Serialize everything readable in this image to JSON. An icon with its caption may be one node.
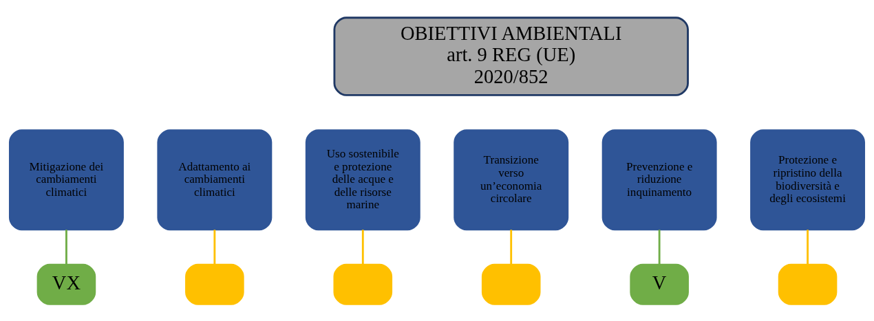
{
  "diagram": {
    "nodes": [
      {
        "text": [
          "OBIETTIVI AMBIENTALI art. 9 REG (UE) 2020/852"
        ]
      },
      {
        "text": [
          "Mitigazione dei cambiamenti climatici"
        ]
      },
      {
        "text": [
          "Adattamento ai cambiamenti climatici"
        ]
      },
      {
        "text": [
          "Uso sostenibile e protezione delle acque e delle risorse marine"
        ]
      },
      {
        "text": [
          "Transizione verso un’economia circolare"
        ]
      },
      {
        "text": [
          "Prevenzione e riduzione inquinamento"
        ]
      },
      {
        "text": [
          "Protezione e ripristino della biodiversità e degli ecosistemi"
        ]
      },
      {
        "text": [
          "VX"
        ]
      },
      {
        "text": [],
        "shape": "box"
      },
      {
        "text": [],
        "shape": "box"
      },
      {
        "text": [],
        "shape": "box"
      },
      {
        "text": [
          "V"
        ]
      },
      {
        "text": [],
        "shape": "box"
      }
    ],
    "edges": [
      {
        "from": 1,
        "to": 7,
        "arrow": "none",
        "color": "#70ad47"
      },
      {
        "from": 2,
        "to": 8,
        "arrow": "none"
      },
      {
        "from": 3,
        "to": 9,
        "arrow": "none"
      },
      {
        "from": 4,
        "to": 10,
        "arrow": "none"
      },
      {
        "from": 5,
        "to": 11,
        "arrow": "none",
        "color": "#70ad47"
      },
      {
        "from": 6,
        "to": 12,
        "arrow": "none"
      }
    ]
  }
}
